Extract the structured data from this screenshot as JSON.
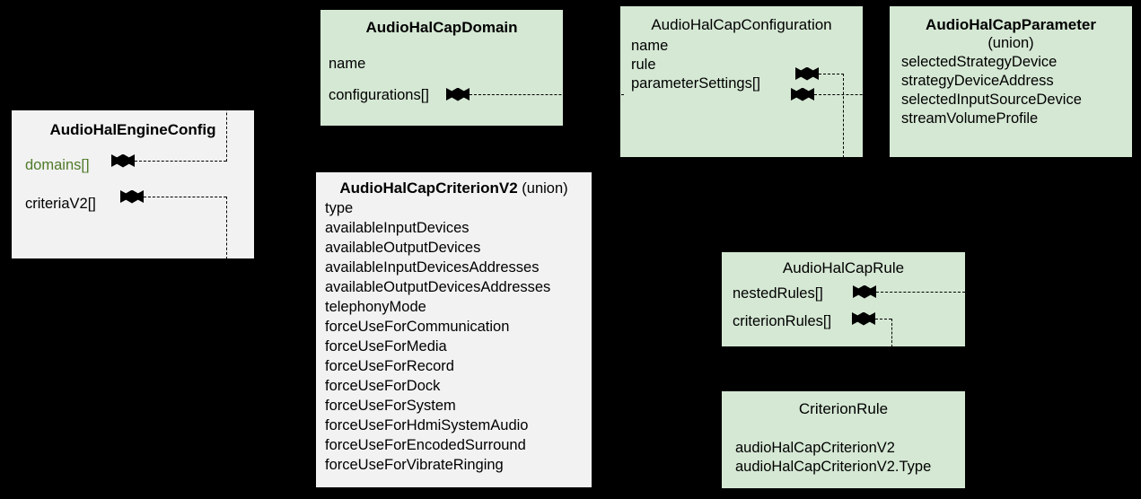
{
  "diagram": {
    "title": "AudioHalCap AIDL class relationship diagram",
    "background_color": "#000000",
    "box_fill_green": "#d5e8d4",
    "box_fill_grey": "#f2f2f2",
    "link_color": "#000000",
    "highlight_text_color": "#4f7a28"
  },
  "boxes": {
    "engine_config": {
      "title": "AudioHalEngineConfig",
      "title_suffix": "",
      "attributes": [
        {
          "label": "domains[]",
          "highlighted": true
        },
        {
          "label": "criteriaV2[]",
          "highlighted": false
        }
      ]
    },
    "cap_domain": {
      "title": "AudioHalCapDomain",
      "title_suffix": "",
      "attributes": [
        {
          "label": "name",
          "highlighted": false
        },
        {
          "label": "configurations[]",
          "highlighted": false
        }
      ]
    },
    "cap_configuration": {
      "title": "AudioHalCapConfiguration",
      "title_suffix": "",
      "attributes": [
        {
          "label": "name",
          "highlighted": false
        },
        {
          "label": "rule",
          "highlighted": false
        },
        {
          "label": "parameterSettings[]",
          "highlighted": false
        }
      ]
    },
    "cap_parameter": {
      "title": "AudioHalCapParameter",
      "title_suffix": "(union)",
      "attributes": [
        {
          "label": "selectedStrategyDevice",
          "highlighted": false
        },
        {
          "label": "strategyDeviceAddress",
          "highlighted": false
        },
        {
          "label": "selectedInputSourceDevice",
          "highlighted": false
        },
        {
          "label": "streamVolumeProfile",
          "highlighted": false
        }
      ]
    },
    "cap_criterion_v2": {
      "title": "AudioHalCapCriterionV2",
      "title_suffix": "(union)",
      "attributes": [
        {
          "label": "type",
          "highlighted": false
        },
        {
          "label": "availableInputDevices",
          "highlighted": false
        },
        {
          "label": "availableOutputDevices",
          "highlighted": false
        },
        {
          "label": "availableInputDevicesAddresses",
          "highlighted": false
        },
        {
          "label": "availableOutputDevicesAddresses",
          "highlighted": false
        },
        {
          "label": "telephonyMode",
          "highlighted": false
        },
        {
          "label": "forceUseForCommunication",
          "highlighted": false
        },
        {
          "label": "forceUseForMedia",
          "highlighted": false
        },
        {
          "label": "forceUseForRecord",
          "highlighted": false
        },
        {
          "label": "forceUseForDock",
          "highlighted": false
        },
        {
          "label": "forceUseForSystem",
          "highlighted": false
        },
        {
          "label": "forceUseForHdmiSystemAudio",
          "highlighted": false
        },
        {
          "label": "forceUseForEncodedSurround",
          "highlighted": false
        },
        {
          "label": "forceUseForVibrateRinging",
          "highlighted": false
        }
      ]
    },
    "cap_rule": {
      "title": "AudioHalCapRule",
      "title_suffix": "",
      "attributes": [
        {
          "label": "nestedRules[]",
          "highlighted": false
        },
        {
          "label": "criterionRules[]",
          "highlighted": false
        }
      ]
    },
    "criterion_rule": {
      "title": "CriterionRule",
      "title_suffix": "",
      "attributes": [
        {
          "label": "audioHalCapCriterionV2",
          "highlighted": false
        },
        {
          "label": "audioHalCapCriterionV2.Type",
          "highlighted": false
        }
      ]
    }
  },
  "relations": [
    {
      "from": "engine_config.domains[]",
      "to": "cap_domain",
      "kind": "composition"
    },
    {
      "from": "engine_config.criteriaV2[]",
      "to": "cap_criterion_v2",
      "kind": "composition"
    },
    {
      "from": "cap_domain.configurations[]",
      "to": "cap_configuration",
      "kind": "composition"
    },
    {
      "from": "cap_configuration.rule",
      "to": "cap_rule",
      "kind": "composition"
    },
    {
      "from": "cap_configuration.parameterSettings[]",
      "to": "cap_parameter",
      "kind": "composition"
    },
    {
      "from": "cap_rule.nestedRules[]",
      "to": "cap_rule",
      "kind": "composition"
    },
    {
      "from": "cap_rule.criterionRules[]",
      "to": "criterion_rule",
      "kind": "composition"
    }
  ]
}
